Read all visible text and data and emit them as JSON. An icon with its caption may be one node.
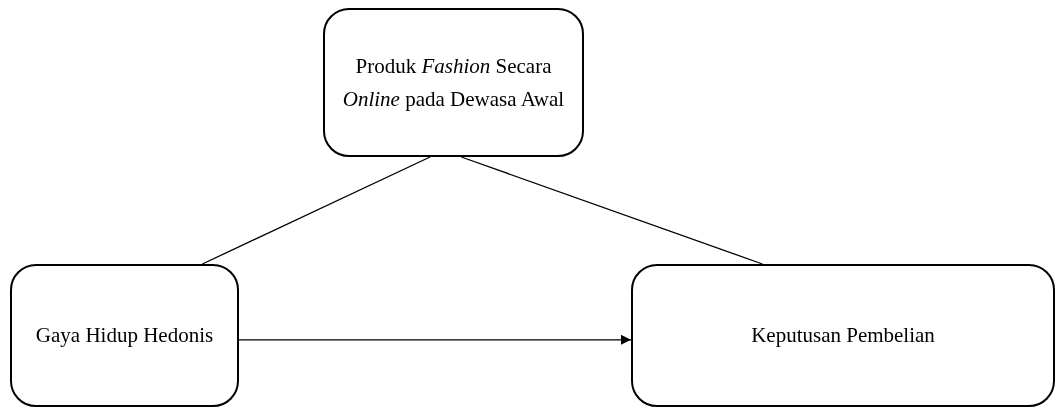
{
  "diagram": {
    "nodes": [
      {
        "text": [
          "Produk *Fashion* Secara *Online* pada Dewasa Awal"
        ]
      },
      {
        "text": [
          "Gaya Hidup Hedonis"
        ]
      },
      {
        "text": [
          "Keputusan Pembelian"
        ]
      }
    ],
    "edges": [
      {
        "from": 0,
        "to": 1,
        "arrow": "none"
      },
      {
        "from": 0,
        "to": 2,
        "arrow": "none"
      },
      {
        "from": 1,
        "to": 2,
        "arrow": "to"
      }
    ]
  }
}
